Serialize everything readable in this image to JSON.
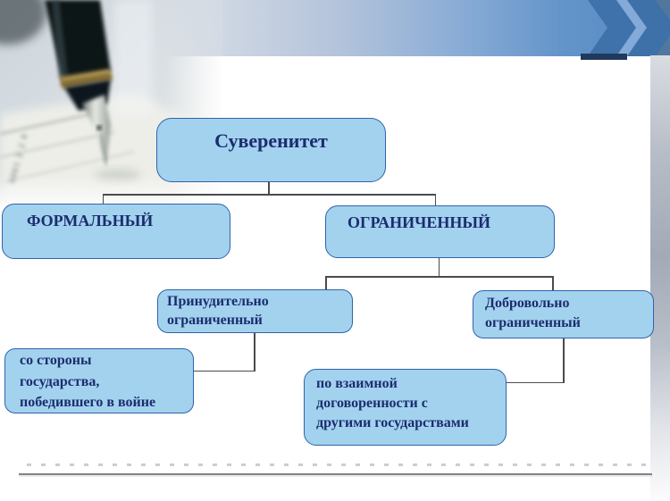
{
  "slide": {
    "decor": {
      "paper_digits": "4001 2 2 0"
    },
    "colors": {
      "node_fill": "#a3d2ef",
      "node_border": "#2f63a9",
      "node_text": "#1b2d6e",
      "band_blue": "#5b8dc7",
      "band_light": "#dfe4eb",
      "chevron_blue": "#3d70a7",
      "connector_line": "#4a4a50",
      "footer_rule": "#838488"
    }
  },
  "diagram": {
    "root": {
      "label": "Суверенитет"
    },
    "level2": [
      {
        "label": "ФОРМАЛЬНЫЙ"
      },
      {
        "label": "ОГРАНИЧЕННЫЙ"
      }
    ],
    "level3": [
      {
        "label": "Принудительно\nограниченный",
        "detail": "со стороны\nгосударства,\nпобедившего в войне"
      },
      {
        "label": "Добровольно\nограниченный",
        "detail": "по взаимной\nдоговоренности с\nдругими государствами"
      }
    ]
  }
}
